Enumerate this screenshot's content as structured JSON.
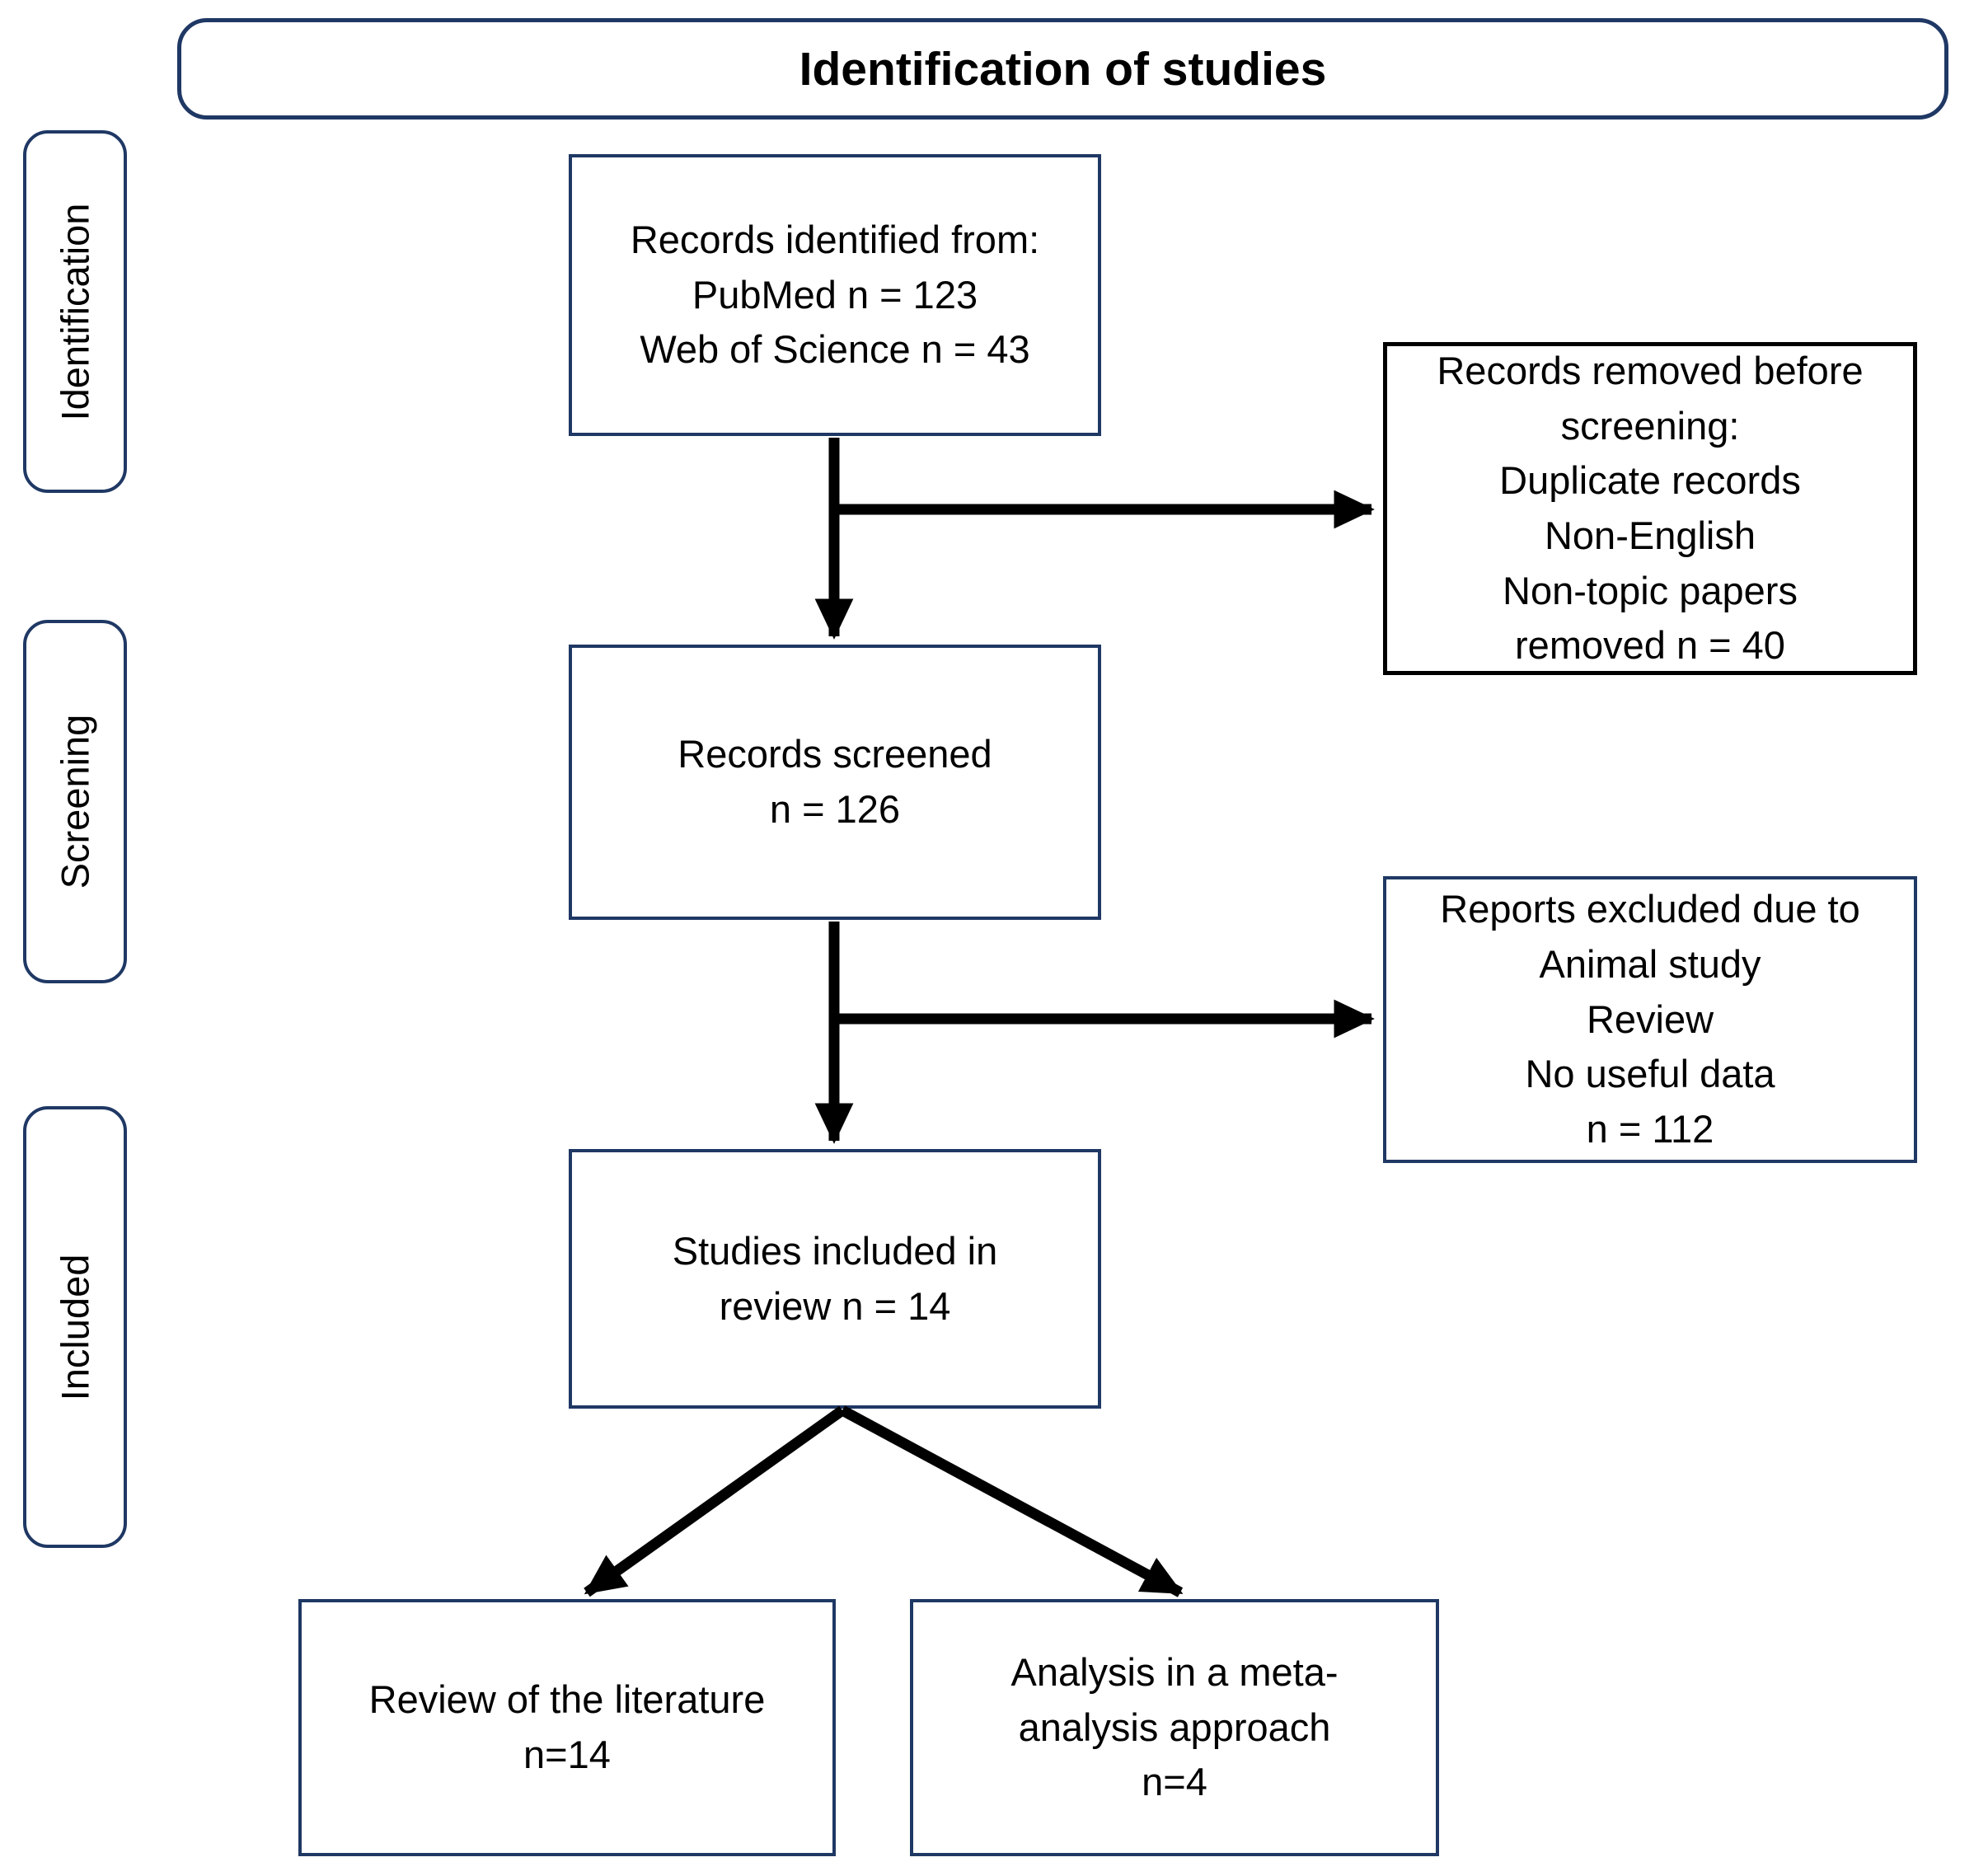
{
  "title": "Identification of studies",
  "sidebar": {
    "stages": [
      {
        "label": "Identification"
      },
      {
        "label": "Screening"
      },
      {
        "label": "Included"
      }
    ]
  },
  "boxes": {
    "records_identified": {
      "lines": [
        "Records identified from:",
        "PubMed n = 123",
        "Web of Science n = 43"
      ]
    },
    "records_removed": {
      "lines": [
        "Records removed before",
        "screening:",
        "Duplicate records",
        "Non-English",
        "Non-topic papers",
        "removed n = 40"
      ]
    },
    "records_screened": {
      "lines": [
        "Records screened",
        "n = 126"
      ]
    },
    "reports_excluded": {
      "lines": [
        "Reports excluded due to",
        "Animal study",
        "Review",
        "No useful data",
        "n = 112"
      ]
    },
    "studies_included": {
      "lines": [
        "Studies included in",
        "review n = 14"
      ]
    },
    "review_of_literature": {
      "lines": [
        "Review of the literature",
        "n=14"
      ]
    },
    "meta_analysis": {
      "lines": [
        "Analysis in a meta-",
        "analysis approach",
        "n=4"
      ]
    }
  },
  "arrows": [
    {
      "from": "records_identified",
      "to": "records_screened"
    },
    {
      "from": "records_identified",
      "to": "records_removed"
    },
    {
      "from": "records_screened",
      "to": "studies_included"
    },
    {
      "from": "records_screened",
      "to": "reports_excluded"
    },
    {
      "from": "studies_included",
      "to": "review_of_literature"
    },
    {
      "from": "studies_included",
      "to": "meta_analysis"
    }
  ],
  "colors": {
    "border_navy": "#1f3864",
    "border_black": "#000000",
    "arrow": "#000000",
    "text": "#000000",
    "background": "#ffffff"
  }
}
